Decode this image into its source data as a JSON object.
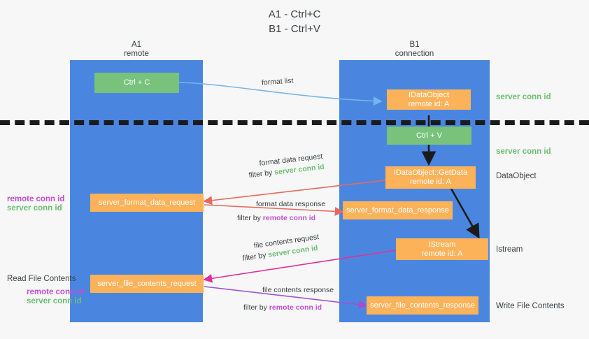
{
  "title": "A1 - Ctrl+C\nB1 - Ctrl+V",
  "lanes": [
    {
      "name": "A1",
      "sub": "remote",
      "header": "A1\nremote"
    },
    {
      "name": "B1",
      "sub": "connection",
      "header": "B1\nconnection"
    }
  ],
  "boxes": {
    "ctrl_c": "Ctrl + C",
    "ctrl_v": "Ctrl + V",
    "idataobject_line1": "IDataObject",
    "idataobject_line2": "remote id: A",
    "getdata_line1": "IDataObject::GetData",
    "getdata_line2": "remote id: A",
    "istream_line1": "IStream",
    "istream_line2": "remote id: A",
    "server_format_data_request": "server_format_data_request",
    "server_format_data_response": "server_format_data_response",
    "server_file_contents_request": "server_file_contents_request",
    "server_file_contents_response": "server_file_contents_response"
  },
  "captions": {
    "format_list": "format list",
    "format_data_request": "format data request",
    "format_data_request_filter_prefix": "filter by ",
    "format_data_request_filter_value": "server conn id",
    "format_data_response": "format data response",
    "format_data_response_filter_prefix": "filter by ",
    "format_data_response_filter_value": "remote conn id",
    "file_contents_request": "file contents request",
    "file_contents_request_filter_prefix": "filter by ",
    "file_contents_request_filter_value": "server conn id",
    "file_contents_response": "file contents response",
    "file_contents_response_filter_prefix": "filter by ",
    "file_contents_response_filter_value": "remote conn id"
  },
  "side_labels": {
    "server_conn_id_top": "server conn id",
    "server_conn_id_mid": "server conn id",
    "dataobject": "DataObject",
    "istream": "Istream",
    "write_file_contents": "Write File Contents",
    "read_file_contents": "Read File Contents",
    "left_remote_conn_id_1": "remote conn id",
    "left_server_conn_id_1": "server conn id",
    "left_remote_conn_id_2": "remote conn id",
    "left_server_conn_id_2": "server conn id"
  },
  "colors": {
    "lane": "#4a86e0",
    "green_box": "#78c27c",
    "orange_box": "#fcb259",
    "green_text": "#6cbf72",
    "purple_text": "#c050d0",
    "red_arrow": "#e8695c",
    "blue_arrow": "#76b5e8",
    "magenta_arrow": "#e0309a",
    "purple_arrow": "#a24fd0",
    "black_arrow": "#1b1b1b",
    "background": "#f7f7f7"
  }
}
